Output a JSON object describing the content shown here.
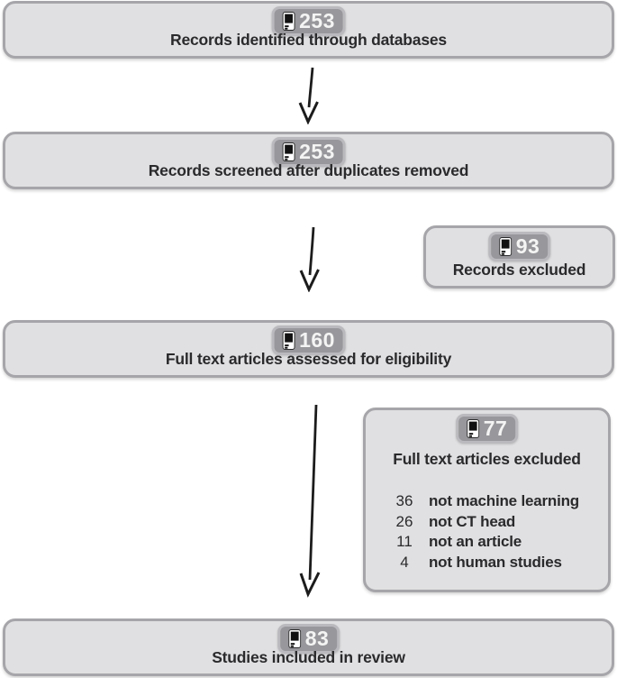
{
  "flowchart": {
    "main_boxes": [
      {
        "count": "253",
        "label": "Records identified through databases"
      },
      {
        "count": "253",
        "label": "Records screened after duplicates removed"
      },
      {
        "count": "160",
        "label": "Full text articles assessed for eligibility"
      },
      {
        "count": "83",
        "label": "Studies included in review"
      }
    ],
    "side_boxes": [
      {
        "count": "93",
        "label": "Records excluded"
      },
      {
        "count": "77",
        "label": "Full text articles excluded",
        "reasons": [
          {
            "count": "36",
            "label": "not machine learning"
          },
          {
            "count": "26",
            "label": "not CT head"
          },
          {
            "count": "11",
            "label": "not an article"
          },
          {
            "count": "4",
            "label": "not human studies"
          }
        ]
      }
    ],
    "colors": {
      "box_fill": "#e0e0e2",
      "box_border": "#a6a6aa",
      "badge_fill": "#98989c",
      "badge_border": "#bababe",
      "count_text": "#f4f4f4",
      "label_text": "#2a2a2c",
      "arrow": "#1c1c1c"
    }
  }
}
